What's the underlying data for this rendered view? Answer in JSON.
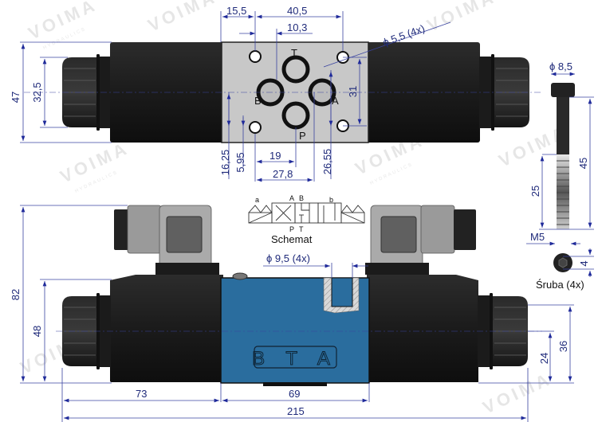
{
  "watermark": {
    "brand": "VOIMA",
    "sub": "HYDRAULICS"
  },
  "top_view": {
    "dims": {
      "height_47": "47",
      "knob_32_5": "32,5",
      "d15_5": "15,5",
      "d40_5": "40,5",
      "d10_3": "10,3",
      "hole_dia": "ϕ 5,5  (4x)",
      "d31": "31",
      "d16_25": "16,25",
      "d5_95": "5,95",
      "d19": "19",
      "d27_8": "27,8",
      "d26_55": "26,55"
    },
    "ports": {
      "T": "T",
      "B": "B",
      "A": "A",
      "P": "P"
    }
  },
  "schematic": {
    "title": "Schemat",
    "label_a": "a",
    "label_b": "b",
    "port_A": "A",
    "port_B": "B",
    "port_P": "P",
    "port_T": "T"
  },
  "side_view": {
    "dims": {
      "d82": "82",
      "d48": "48",
      "d73": "73",
      "d69": "69",
      "d215": "215",
      "d24": "24",
      "d36": "36",
      "port_dia": "ϕ 9,5  (4x)"
    },
    "body_marking": "B T A",
    "body_color": "#2a6d9e"
  },
  "screw": {
    "dia": "ϕ 8,5",
    "length": "45",
    "thread_len": "25",
    "thread": "M5",
    "head_h": "4",
    "caption": "Śruba (4x)"
  }
}
